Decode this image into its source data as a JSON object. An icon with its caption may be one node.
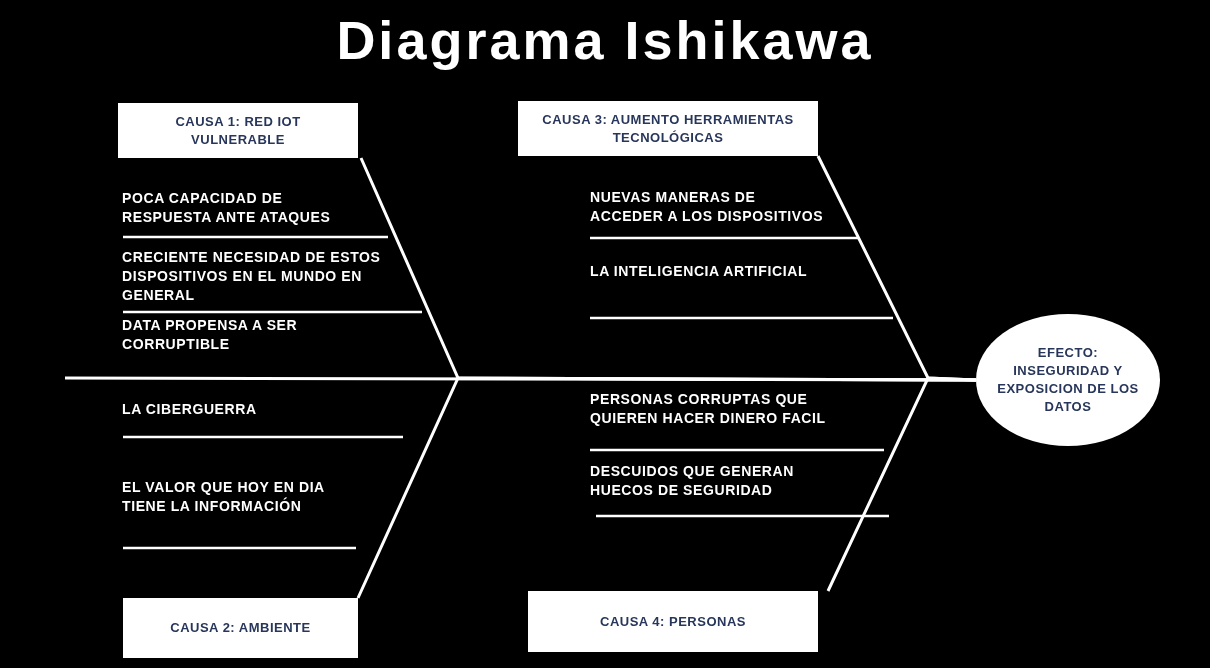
{
  "diagram": {
    "title": "Diagrama Ishikawa",
    "nodes": [
      {
        "text": [
          "CAUSA 1: RED IOT VULNERABLE"
        ]
      },
      {
        "text": [
          "CAUSA 3: AUMENTO HERRAMIENTAS TECNOLÓGICAS"
        ]
      },
      {
        "text": [
          "EFECTO: INSEGURIDAD Y EXPOSICION DE LOS DATOS"
        ]
      },
      {
        "text": [
          "CAUSA 2: AMBIENTE"
        ]
      },
      {
        "text": [
          "CAUSA 4: PERSONAS"
        ]
      }
    ],
    "edges": [
      {
        "from": null,
        "to": 2,
        "arrow": "none"
      },
      {
        "from": 0,
        "to": 2,
        "arrow": "none"
      },
      {
        "from": 3,
        "to": 2,
        "arrow": "none"
      },
      {
        "from": 1,
        "to": 2,
        "arrow": "none"
      },
      {
        "from": 4,
        "to": 2,
        "arrow": "none"
      }
    ],
    "labels": [
      "POCA CAPACIDAD DE RESPUESTA ANTE ATAQUES",
      "CRECIENTE NECESIDAD DE ESTOS DISPOSITIVOS EN EL MUNDO EN GENERAL",
      "DATA PROPENSA A SER CORRUPTIBLE",
      "NUEVAS MANERAS DE ACCEDER A LOS DISPOSITIVOS",
      "LA INTELIGENCIA ARTIFICIAL",
      "LA CIBERGUERRA",
      "EL VALOR QUE HOY EN DIA TIENE LA INFORMACIÓN",
      "PERSONAS CORRUPTAS QUE QUIEREN HACER DINERO FACIL",
      "DESCUIDOS QUE GENERAN HUECOS DE SEGURIDAD"
    ]
  }
}
